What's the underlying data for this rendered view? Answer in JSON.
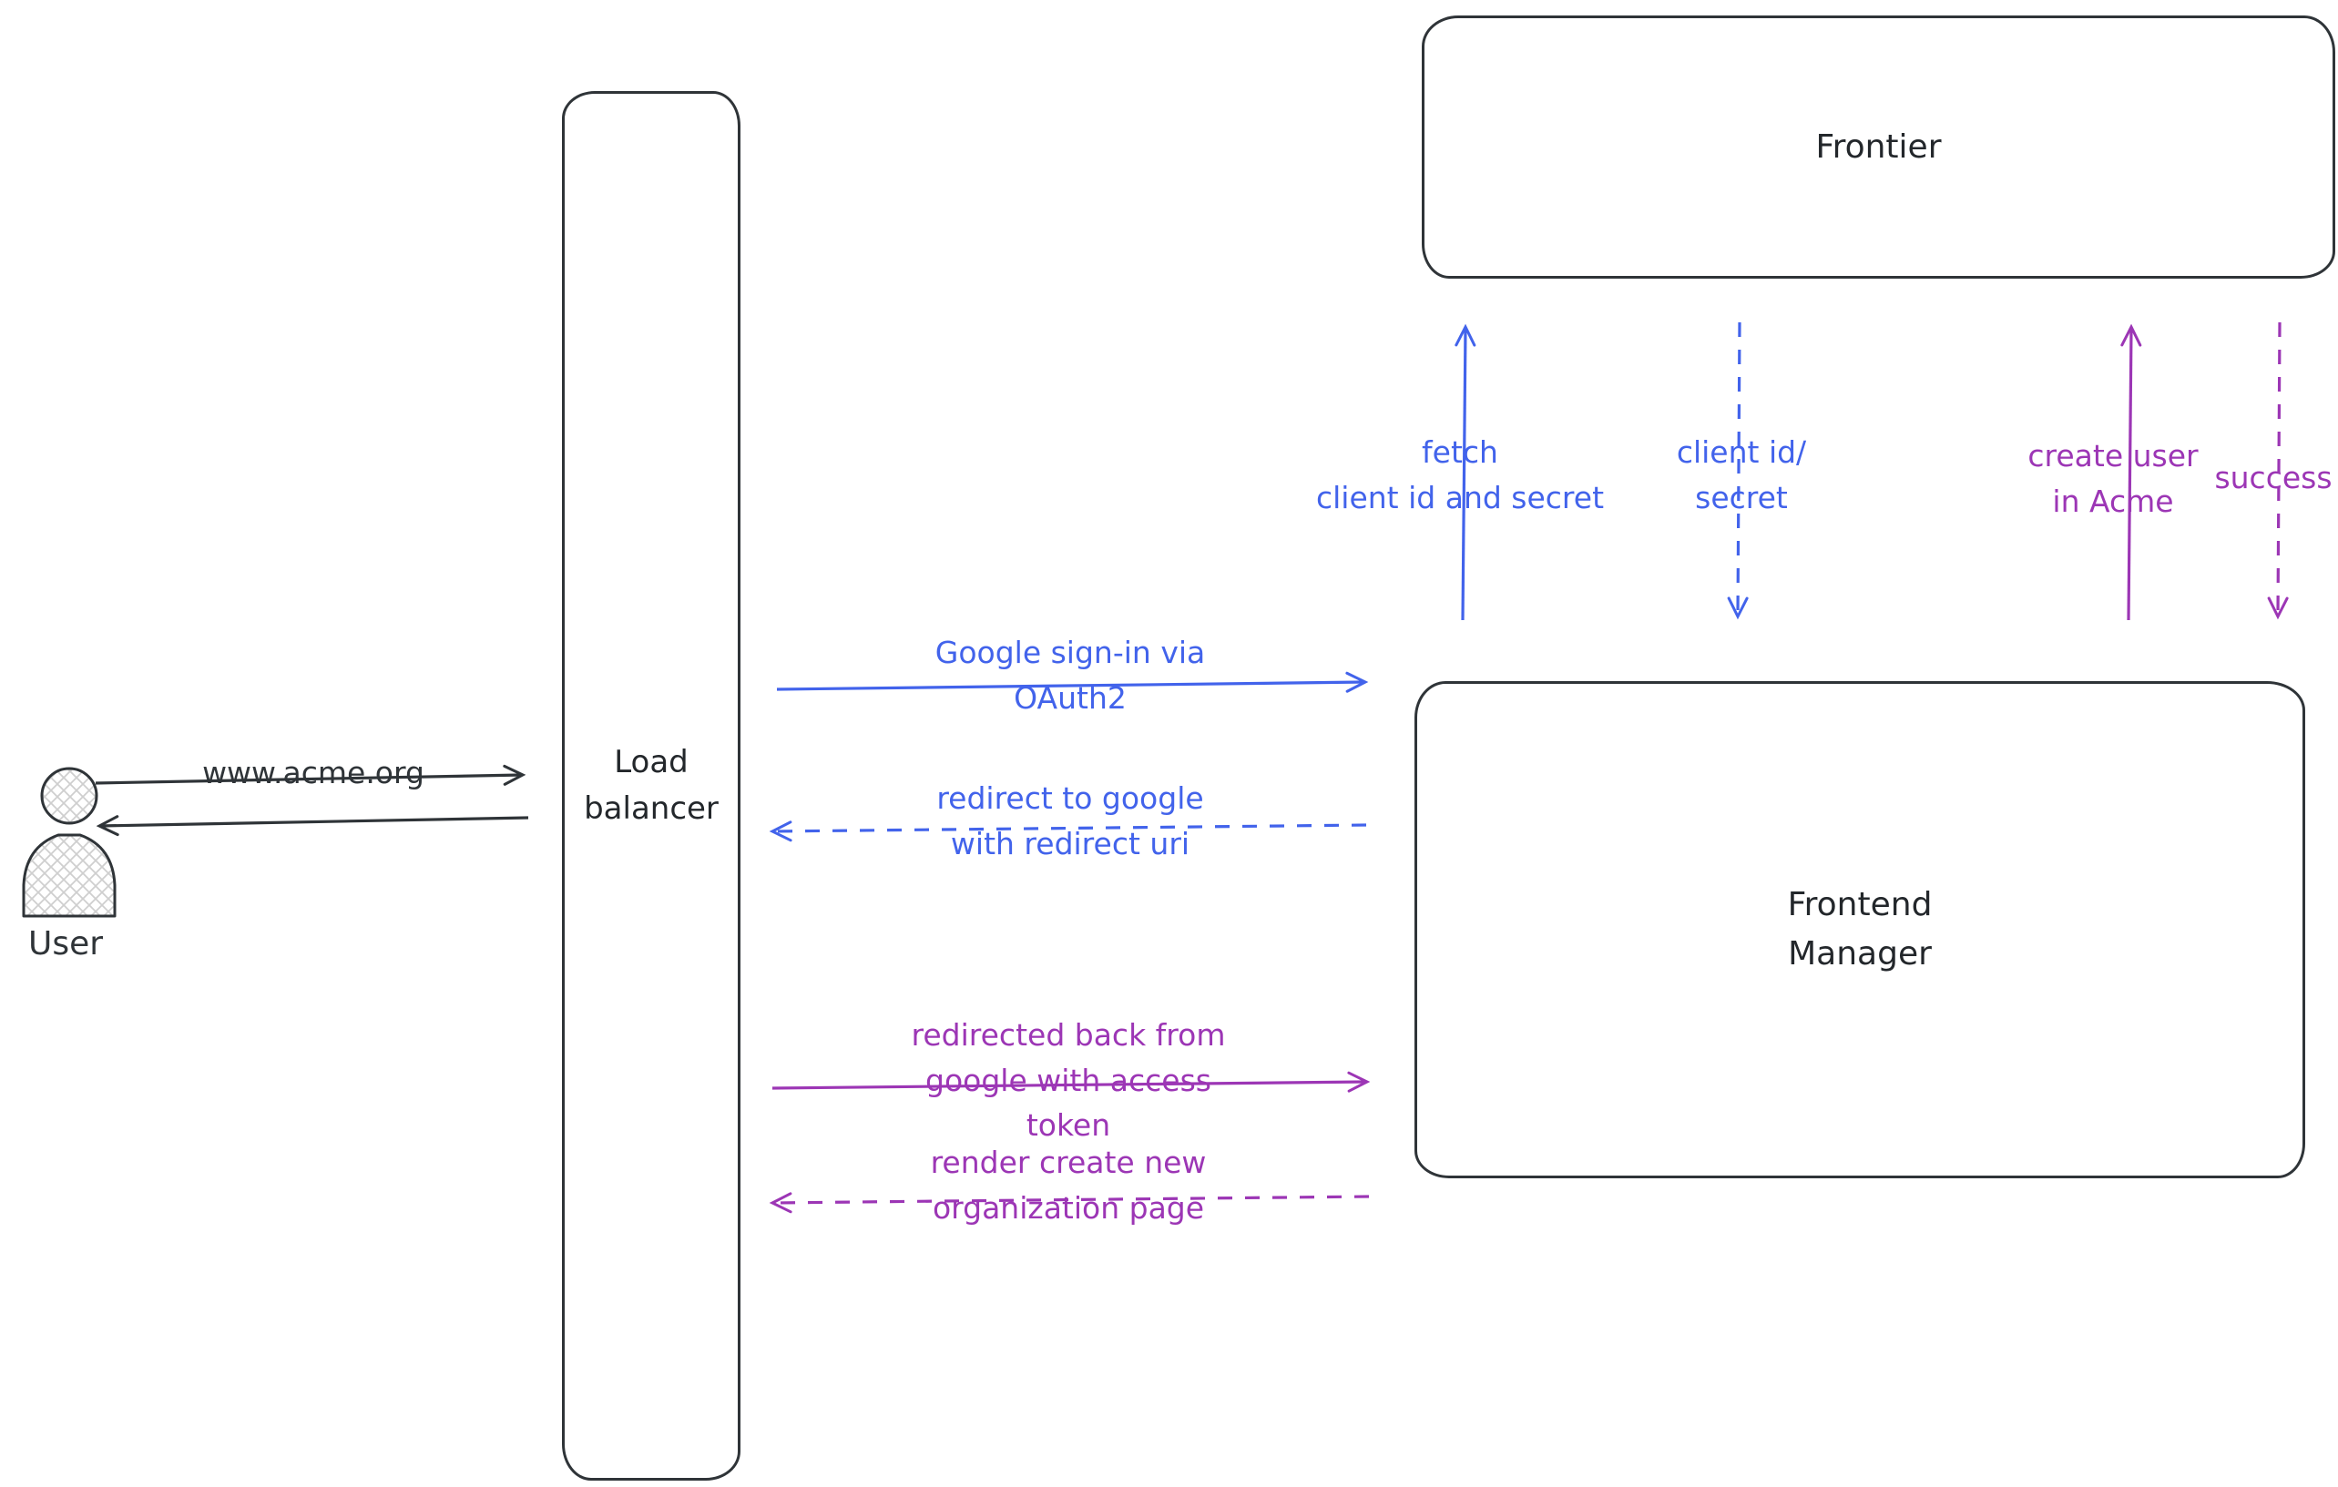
{
  "colors": {
    "ink": "#2f3438",
    "blue": "#4263eb",
    "purple": "#9c36b5",
    "background": "#ffffff"
  },
  "nodes": {
    "user": {
      "label": "User"
    },
    "load_balancer": {
      "label": "Load\nbalancer"
    },
    "frontier": {
      "label": "Frontier"
    },
    "frontend_manager": {
      "label": "Frontend\nManager"
    }
  },
  "messages": {
    "www_acme": {
      "label": "www.acme.org"
    },
    "google_signin": {
      "label": "Google sign-in via\nOAuth2"
    },
    "redirect_to_google": {
      "label": "redirect to google\nwith redirect uri"
    },
    "redirected_back": {
      "label": "redirected back from\ngoogle with access\ntoken"
    },
    "render_create_org": {
      "label": "render create new\norganization page"
    },
    "fetch_client_secret": {
      "label": "fetch\nclient id and secret"
    },
    "client_id_secret": {
      "label": "client id/\nsecret"
    },
    "create_user_in_acme": {
      "label": "create user\nin Acme"
    },
    "success": {
      "label": "success"
    }
  }
}
